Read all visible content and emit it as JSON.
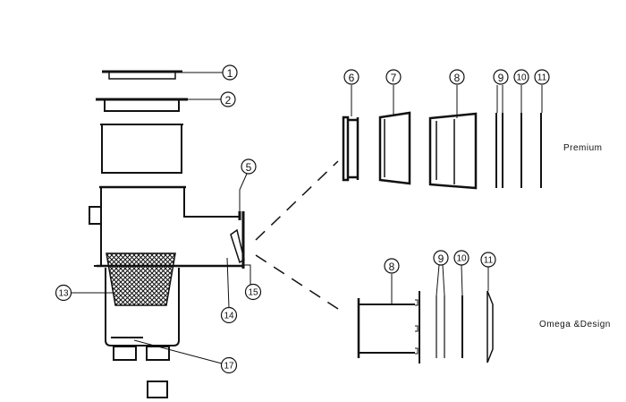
{
  "diagram": {
    "callouts": {
      "c1": "1",
      "c2": "2",
      "c5": "5",
      "c13": "13",
      "c14": "14",
      "c15": "15",
      "c17": "17",
      "p6": "6",
      "p7": "7",
      "p8": "8",
      "p9": "9",
      "p10": "10",
      "p11": "11",
      "o8": "8",
      "o9": "9",
      "o10": "10",
      "o11": "11"
    },
    "labels": {
      "premium": "Premium",
      "omega": "Omega &Design"
    },
    "colors": {
      "line": "#111111",
      "background": "#ffffff"
    }
  }
}
